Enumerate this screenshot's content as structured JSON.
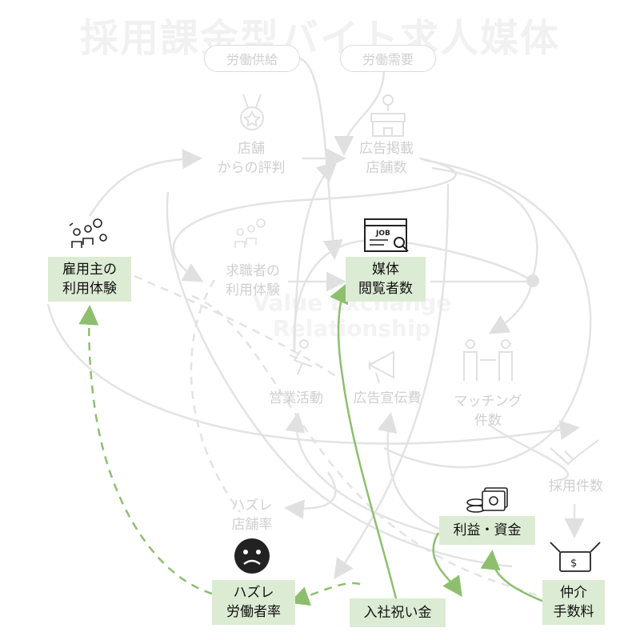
{
  "title": "採用課金型バイト求人媒体",
  "sources": [
    "労働供給",
    "労働需要"
  ],
  "nodes": {
    "store_reputation": "店舗\nからの評判",
    "ad_stores": "広告掲載\n店舗数",
    "employer_experience": "雇用主の\n利用体験",
    "seeker_experience": "求職者の\n利用体験",
    "media_viewers": "媒体\n閲覧者数",
    "sales": "営業活動",
    "ad_cost": "広告宣伝費",
    "matching": "マッチング\n件数",
    "hired": "採用件数",
    "miss_store": "ハズレ\n店舗率",
    "profit": "利益・資金",
    "miss_worker": "ハズレ\n労働者率",
    "bonus": "入社祝い金",
    "fee": "仲介\n手数料"
  },
  "watermark": "Value Exchange\nRelationship",
  "icon_labels": {
    "job": "JOB"
  },
  "colors": {
    "green": "#8dbf6e",
    "grey": "#e3e3e3",
    "active_bg": "#dcebd3",
    "faded_text": "#cfcfcf"
  }
}
